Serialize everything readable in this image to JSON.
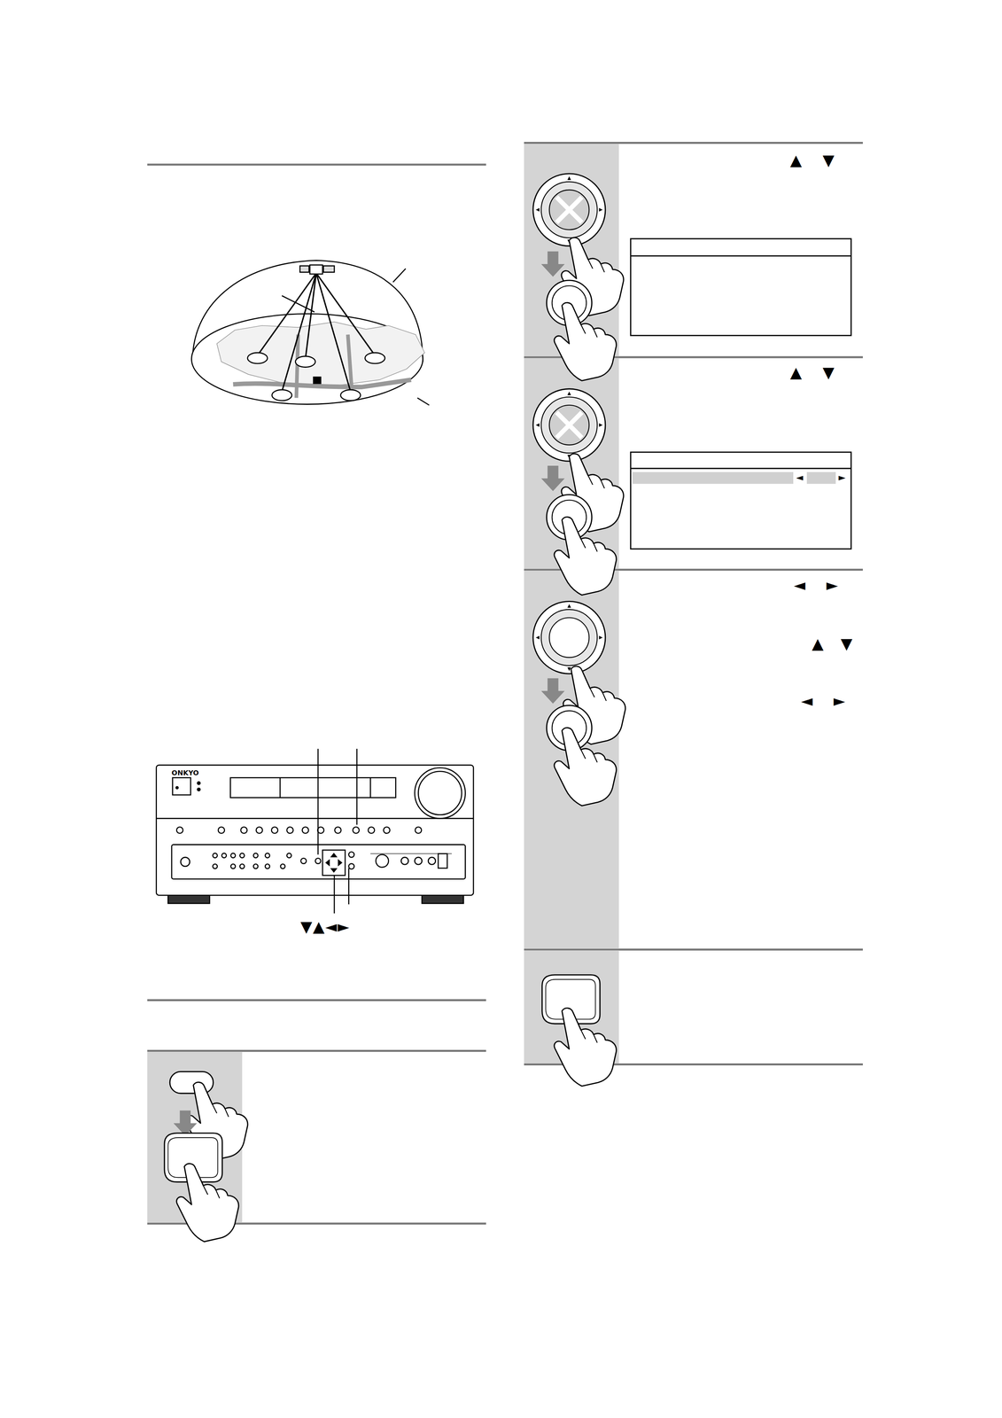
{
  "diagram": {
    "labels": [
      "▲",
      "▼",
      "▲",
      "▼",
      "◄",
      "►",
      "◄",
      "►",
      "▲",
      "▼",
      "◄",
      "►",
      "▼▲◄►",
      "ONKYO"
    ]
  }
}
